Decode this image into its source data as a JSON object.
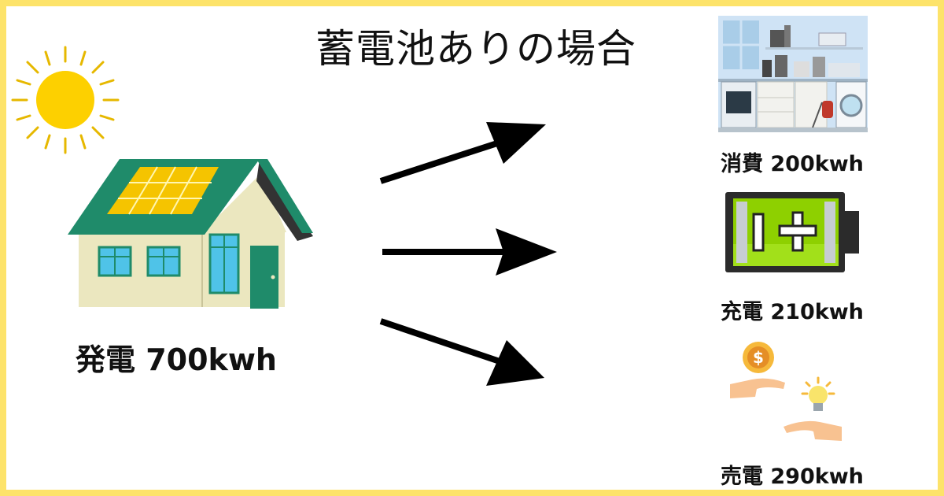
{
  "title": "蓄電池ありの場合",
  "generation": {
    "label": "発電 700kwh"
  },
  "outputs": [
    {
      "label": "消費 200kwh",
      "icon": "kitchen-appliances"
    },
    {
      "label": "充電 210kwh",
      "icon": "battery-icon"
    },
    {
      "label": "売電 290kwh",
      "icon": "sell-electricity-icon"
    }
  ],
  "colors": {
    "frame": "#fde36a",
    "sun": "#fdd000",
    "roof": "#1f8b6a",
    "wall": "#ebe7bf",
    "battery_green": "#8ed000"
  }
}
